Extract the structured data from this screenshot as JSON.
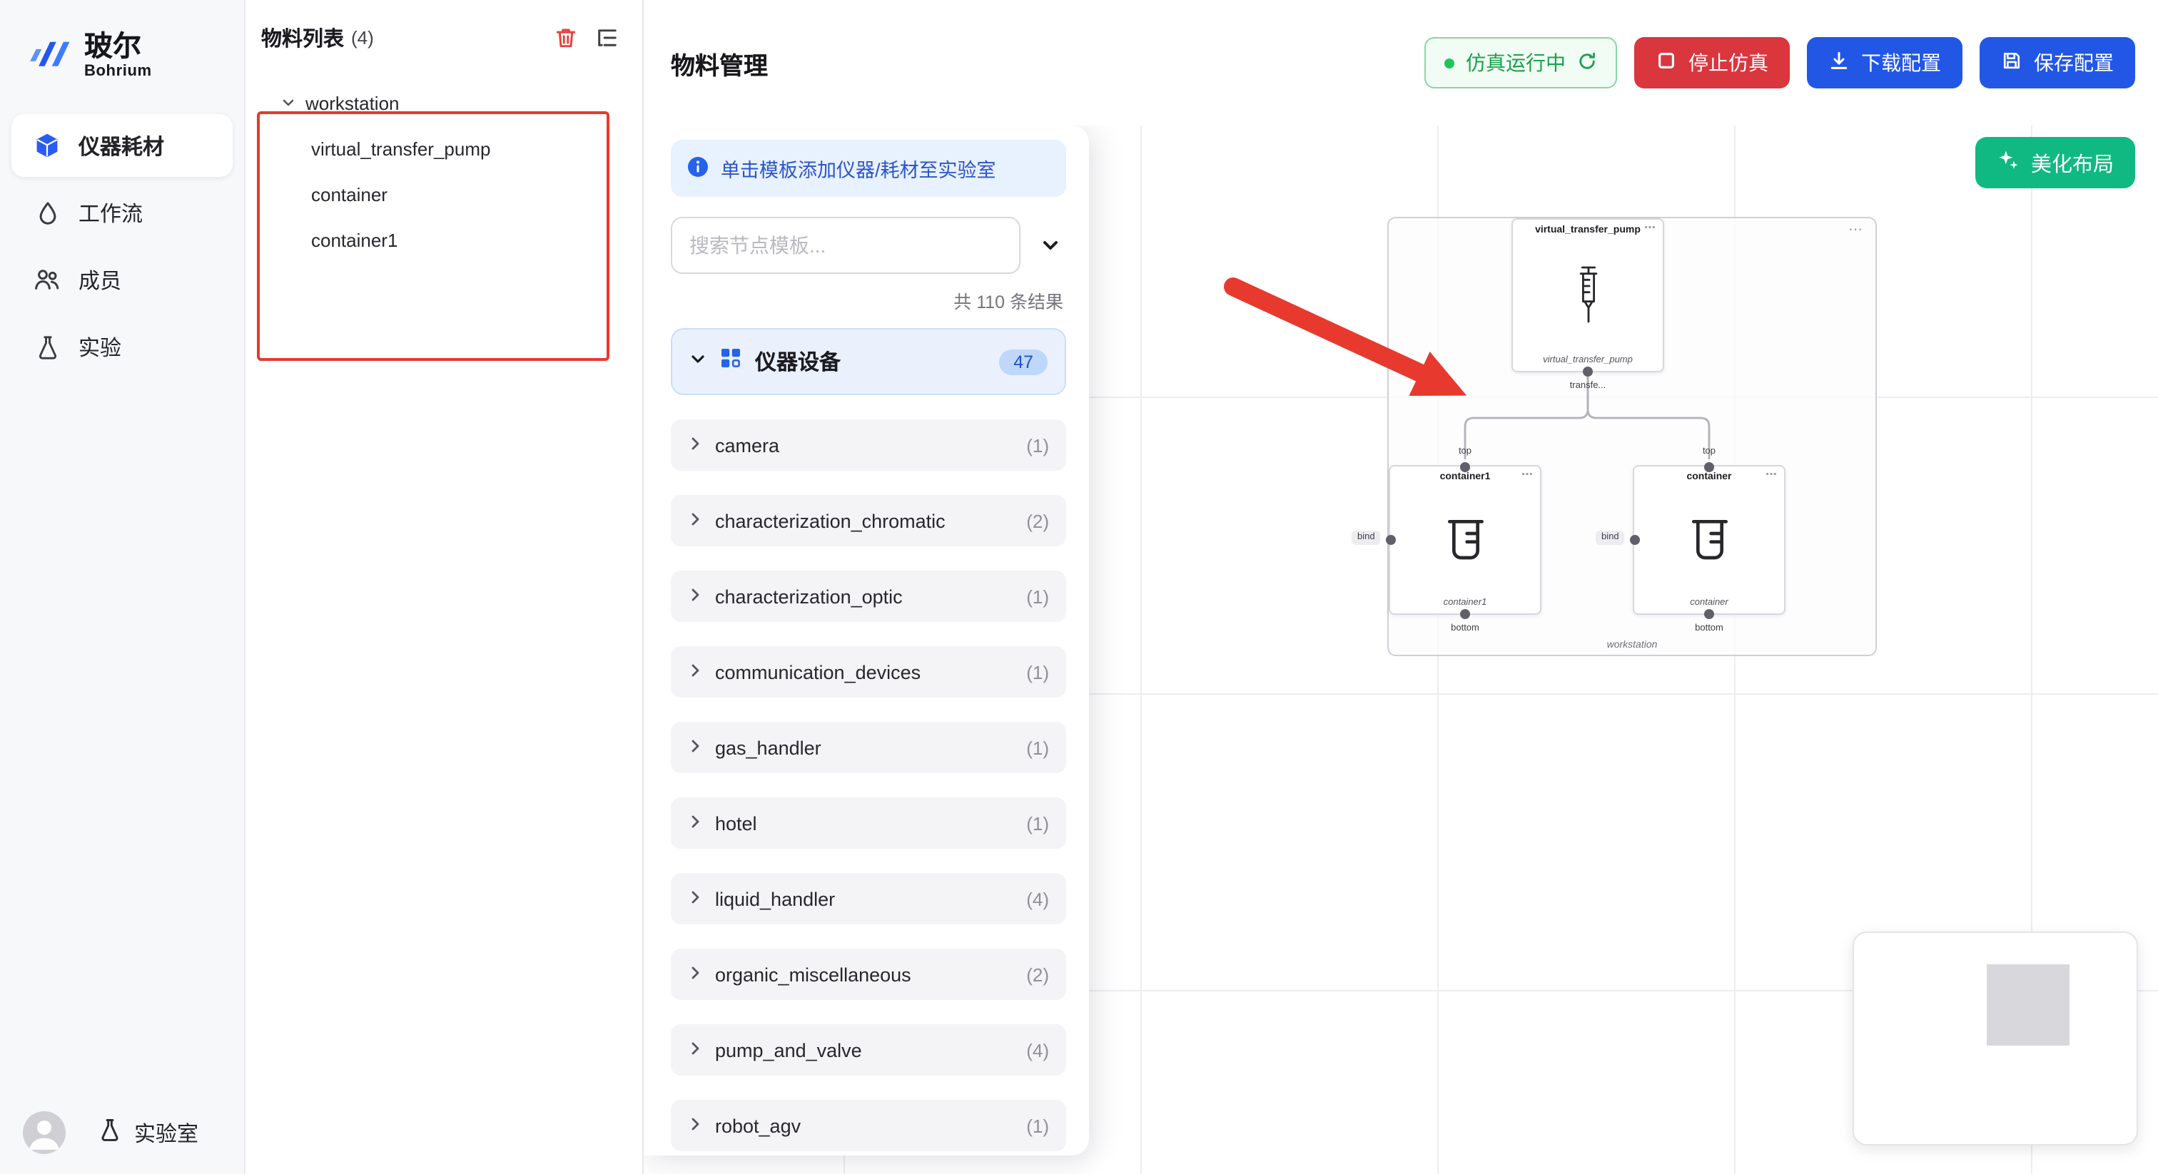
{
  "colors": {
    "primary_blue": "#2257e6",
    "danger_red": "#d9363e",
    "success_green": "#18a34a",
    "beautify_green": "#10b981",
    "annotation_red": "#e8392f"
  },
  "brand": {
    "name_cn": "玻尔",
    "name_en": "Bohrium"
  },
  "sidebar": {
    "items": [
      {
        "label": "仪器耗材"
      },
      {
        "label": "工作流"
      },
      {
        "label": "成员"
      },
      {
        "label": "实验"
      }
    ],
    "lab_label": "实验室"
  },
  "materials": {
    "title": "物料列表",
    "count": "(4)",
    "tree_root": "workstation",
    "tree_children": [
      "virtual_transfer_pump",
      "container",
      "container1"
    ]
  },
  "header": {
    "title": "物料管理",
    "sim_status": "仿真运行中",
    "stop_label": "停止仿真",
    "download_label": "下载配置",
    "save_label": "保存配置"
  },
  "panel": {
    "banner": "单击模板添加仪器/耗材至实验室",
    "search_placeholder": "搜索节点模板...",
    "results": "共 110 条结果",
    "section_label": "仪器设备",
    "section_badge": "47",
    "categories": [
      {
        "label": "camera",
        "count": "(1)"
      },
      {
        "label": "characterization_chromatic",
        "count": "(2)"
      },
      {
        "label": "characterization_optic",
        "count": "(1)"
      },
      {
        "label": "communication_devices",
        "count": "(1)"
      },
      {
        "label": "gas_handler",
        "count": "(1)"
      },
      {
        "label": "hotel",
        "count": "(1)"
      },
      {
        "label": "liquid_handler",
        "count": "(4)"
      },
      {
        "label": "organic_miscellaneous",
        "count": "(2)"
      },
      {
        "label": "pump_and_valve",
        "count": "(4)"
      },
      {
        "label": "robot_agv",
        "count": "(1)"
      }
    ]
  },
  "canvas": {
    "beautify_label": "美化布局",
    "group_label": "workstation",
    "menu_dots": "⋯",
    "pump": {
      "title": "virtual_transfer_pump",
      "sub": "virtual_transfer_pump",
      "port": "transfe..."
    },
    "left_node": {
      "top": "top",
      "title": "container1",
      "sub": "container1",
      "bottom": "bottom",
      "bind": "bind"
    },
    "right_node": {
      "top": "top",
      "title": "container",
      "sub": "container",
      "bottom": "bottom",
      "bind": "bind"
    }
  }
}
